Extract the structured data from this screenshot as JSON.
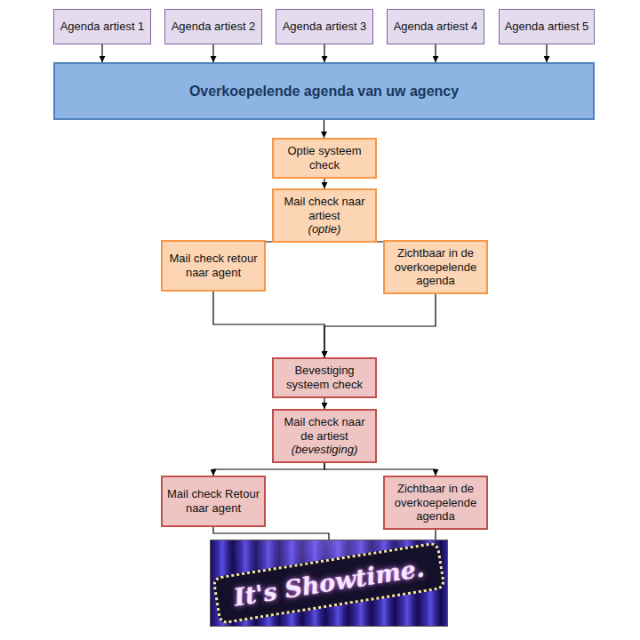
{
  "diagram": {
    "nodes": [
      {
        "text": [
          "Agenda artiest 1"
        ]
      },
      {
        "text": [
          "Agenda artiest 2"
        ]
      },
      {
        "text": [
          "Agenda artiest 3"
        ]
      },
      {
        "text": [
          "Agenda artiest 4"
        ]
      },
      {
        "text": [
          "Agenda artiest 5"
        ]
      },
      {
        "text": [
          "Overkoepelende agenda van uw agency"
        ]
      },
      {
        "text": [
          "Optie systeem check"
        ]
      },
      {
        "text": [
          "Mail check naar artiest",
          "(optie)"
        ]
      },
      {
        "text": [
          "Mail check retour naar agent"
        ]
      },
      {
        "text": [
          "Zichtbaar in de overkoepelende agenda"
        ]
      },
      {
        "text": [
          "Bevestiging systeem check"
        ]
      },
      {
        "text": [
          "Mail check naar de artiest",
          "(bevestiging)"
        ]
      },
      {
        "text": [
          "Mail check Retour naar agent"
        ]
      },
      {
        "text": [
          "Zichtbaar in de overkoepelende agenda"
        ]
      },
      {
        "text": [
          "It's Showtime."
        ]
      }
    ],
    "edges": [
      {
        "from": 0,
        "to": 5,
        "arrow": "to"
      },
      {
        "from": 1,
        "to": 5,
        "arrow": "to"
      },
      {
        "from": 2,
        "to": 5,
        "arrow": "to"
      },
      {
        "from": 3,
        "to": 5,
        "arrow": "to"
      },
      {
        "from": 4,
        "to": 5,
        "arrow": "to"
      },
      {
        "from": 5,
        "to": 6,
        "arrow": "to"
      },
      {
        "from": 6,
        "to": 7,
        "arrow": "to"
      },
      {
        "from": 7,
        "to": 8,
        "arrow": "to"
      },
      {
        "from": 7,
        "to": 9,
        "arrow": "to"
      },
      {
        "from": 8,
        "to": 10,
        "arrow": "to"
      },
      {
        "from": 9,
        "to": 10,
        "arrow": "to"
      },
      {
        "from": 10,
        "to": 11,
        "arrow": "to"
      },
      {
        "from": 11,
        "to": 12,
        "arrow": "to"
      },
      {
        "from": 11,
        "to": 13,
        "arrow": "to"
      },
      {
        "from": 12,
        "to": 14,
        "arrow": "none"
      },
      {
        "from": 13,
        "to": 14,
        "arrow": "none"
      }
    ]
  }
}
